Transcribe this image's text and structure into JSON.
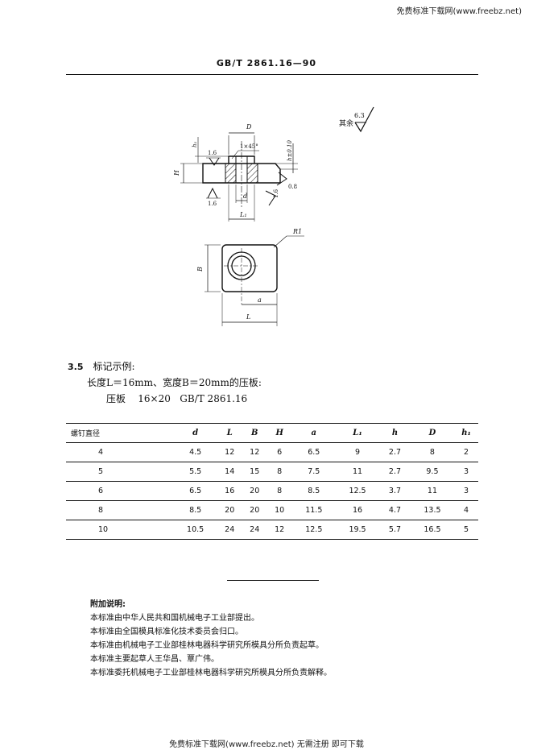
{
  "watermark_top": "免费标准下载网(www.freebz.net)",
  "watermark_bottom": "免费标准下载网(www.freebz.net) 无需注册 即可下载",
  "header": {
    "standard_number": "GB/T 2861.16—90"
  },
  "drawing": {
    "roughness_other_label": "其余",
    "roughness_other_value": "6.3",
    "labels": {
      "D": "D",
      "h1": "h₁",
      "chamfer": "1×45°",
      "roughness_1_6": "1.6",
      "h_tol": "h±0.10",
      "H": "H",
      "roughness_0_8": "0.8",
      "d": "d",
      "L1": "L₁",
      "R1": "R1",
      "B": "B",
      "a": "a",
      "L": "L"
    }
  },
  "example": {
    "section_number": "3.5",
    "heading": "标记示例:",
    "line1": "长度L＝16mm、宽度B＝20mm的压板:",
    "line2": "压板    16×20   GB/T 2861.16"
  },
  "table": {
    "headers": [
      "螺钉直径",
      "d",
      "L",
      "B",
      "H",
      "a",
      "L₁",
      "h",
      "D",
      "h₁"
    ],
    "rows": [
      [
        "4",
        "4.5",
        "12",
        "12",
        "6",
        "6.5",
        "9",
        "2.7",
        "8",
        "2"
      ],
      [
        "5",
        "5.5",
        "14",
        "15",
        "8",
        "7.5",
        "11",
        "2.7",
        "9.5",
        "3"
      ],
      [
        "6",
        "6.5",
        "16",
        "20",
        "8",
        "8.5",
        "12.5",
        "3.7",
        "11",
        "3"
      ],
      [
        "8",
        "8.5",
        "20",
        "20",
        "10",
        "11.5",
        "16",
        "4.7",
        "13.5",
        "4"
      ],
      [
        "10",
        "10.5",
        "24",
        "24",
        "12",
        "12.5",
        "19.5",
        "5.7",
        "16.5",
        "5"
      ]
    ]
  },
  "notes": {
    "title": "附加说明:",
    "lines": [
      "本标准由中华人民共和国机械电子工业部提出。",
      "本标准由全国模具标准化技术委员会归口。",
      "本标准由机械电子工业部桂林电器科学研究所模具分所负责起草。",
      "本标准主要起草人王华昌、覃广伟。",
      "本标准委托机械电子工业部桂林电器科学研究所模具分所负责解释。"
    ]
  }
}
